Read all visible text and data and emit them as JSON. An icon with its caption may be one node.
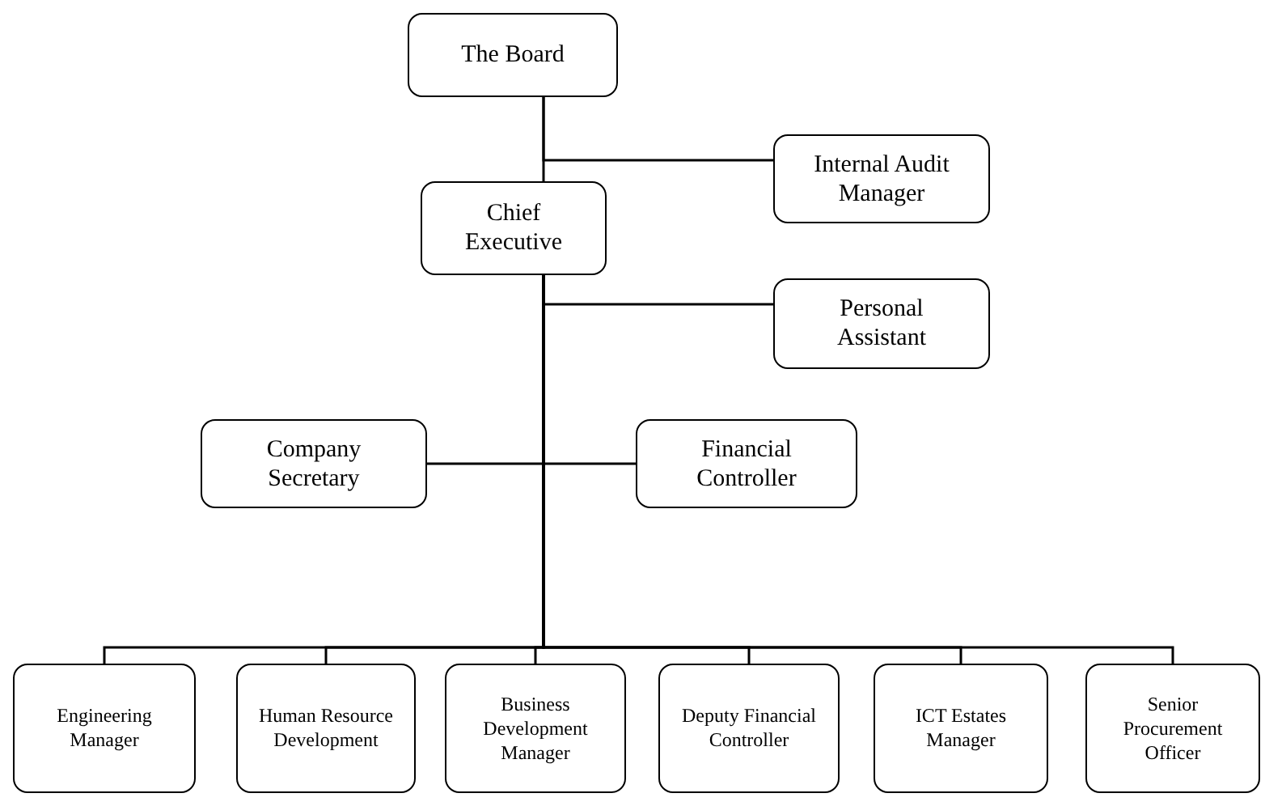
{
  "diagram": {
    "nodes": [
      {
        "text": [
          "The Board"
        ]
      },
      {
        "text": [
          "Internal Audit Manager"
        ]
      },
      {
        "text": [
          "Chief Executive"
        ]
      },
      {
        "text": [
          "Personal Assistant"
        ]
      },
      {
        "text": [
          "Company Secretary"
        ]
      },
      {
        "text": [
          "Financial Controller"
        ]
      },
      {
        "text": [
          "Engineering Manager"
        ]
      },
      {
        "text": [
          "Human Resource Development"
        ]
      },
      {
        "text": [
          "Business Development Manager"
        ]
      },
      {
        "text": [
          "Deputy Financial Controller"
        ]
      },
      {
        "text": [
          "ICT Estates Manager"
        ]
      },
      {
        "text": [
          "Senior Procurement Officer"
        ]
      }
    ],
    "edges": [
      {
        "from": 0,
        "to": 2,
        "arrow": "none"
      },
      {
        "from": 0,
        "to": 1,
        "arrow": "none"
      },
      {
        "from": 2,
        "to": 3,
        "arrow": "none"
      },
      {
        "from": 2,
        "to": 4,
        "arrow": "none"
      },
      {
        "from": 2,
        "to": 5,
        "arrow": "none"
      },
      {
        "from": 2,
        "to": 6,
        "arrow": "none"
      },
      {
        "from": 2,
        "to": 7,
        "arrow": "none"
      },
      {
        "from": 2,
        "to": 8,
        "arrow": "none"
      },
      {
        "from": 2,
        "to": 9,
        "arrow": "none"
      },
      {
        "from": 2,
        "to": 10,
        "arrow": "none"
      },
      {
        "from": 2,
        "to": 11,
        "arrow": "none"
      }
    ]
  }
}
